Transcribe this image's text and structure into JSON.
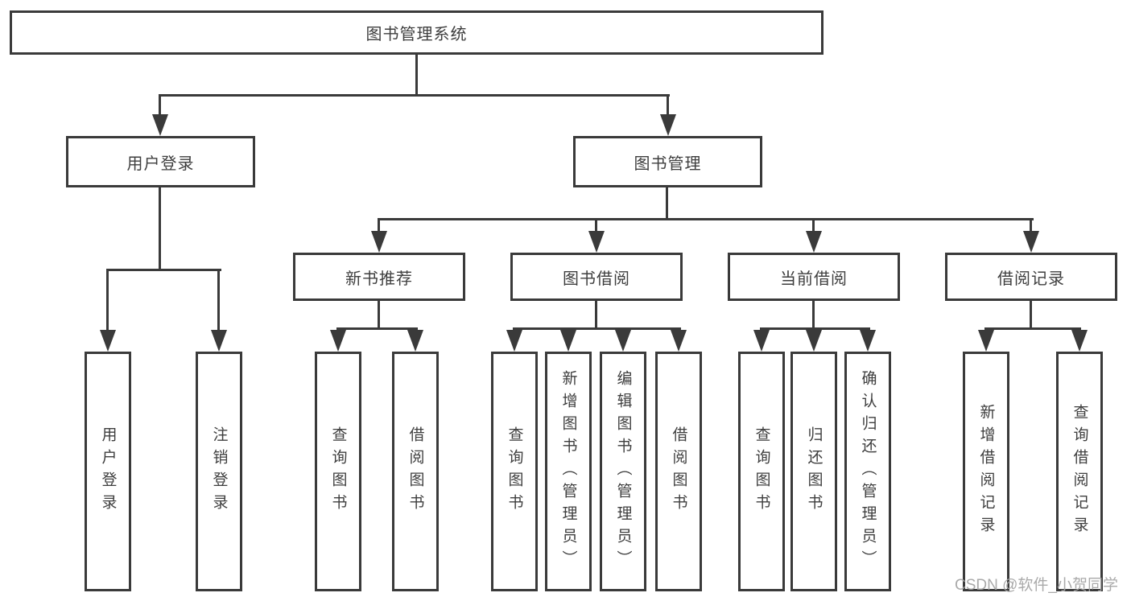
{
  "colors": {
    "line": "#3a3a3a",
    "box_border": "#3a3a3a",
    "box_fill": "#ffffff",
    "text": "#3e3e3e",
    "watermark": "#a5a5a5"
  },
  "watermark": "CSDN @软件_小贺同学",
  "tree": {
    "root": "图书管理系统",
    "branches": [
      {
        "label": "用户登录",
        "leaves": [
          "用户登录",
          "注销登录"
        ]
      },
      {
        "label": "图书管理",
        "groups": [
          {
            "label": "新书推荐",
            "leaves": [
              "查询图书",
              "借阅图书"
            ]
          },
          {
            "label": "图书借阅",
            "leaves": [
              "查询图书",
              "新增图书（管理员）",
              "编辑图书（管理员）",
              "借阅图书"
            ]
          },
          {
            "label": "当前借阅",
            "leaves": [
              "查询图书",
              "归还图书",
              "确认归还（管理员）"
            ]
          },
          {
            "label": "借阅记录",
            "leaves": [
              "新增借阅记录",
              "查询借阅记录"
            ]
          }
        ]
      }
    ]
  }
}
